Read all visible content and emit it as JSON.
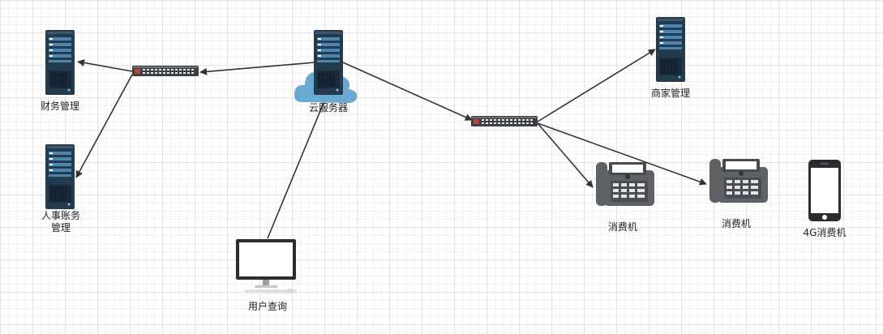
{
  "diagram": {
    "colors": {
      "server_body": "#243a4d",
      "server_screen": "#4a86b1",
      "cloud": "#6aa9d1",
      "switch_body": "#3c3f45",
      "phone_body": "#5e6166",
      "edge": "#333333",
      "grid": "#e3e3e3"
    },
    "nodes": {
      "finance": {
        "label": "财务管理",
        "icon": "server-icon"
      },
      "hr": {
        "label": "人事账务管理",
        "icon": "server-icon"
      },
      "cloud_server": {
        "label": "云服务器",
        "icon": "cloud-server-icon"
      },
      "merchant": {
        "label": "商家管理",
        "icon": "server-icon"
      },
      "switch_left": {
        "label": "",
        "icon": "network-switch-icon"
      },
      "switch_right": {
        "label": "",
        "icon": "network-switch-icon"
      },
      "terminal_1": {
        "label": "消费机",
        "icon": "pos-terminal-icon"
      },
      "terminal_2": {
        "label": "消费机",
        "icon": "pos-terminal-icon"
      },
      "terminal_4g": {
        "label": "4G消费机",
        "icon": "smartphone-icon"
      },
      "user_query": {
        "label": "用户查询",
        "icon": "desktop-monitor-icon"
      }
    },
    "edges": [
      {
        "from": "cloud_server",
        "to": "switch_left"
      },
      {
        "from": "switch_left",
        "to": "finance"
      },
      {
        "from": "switch_left",
        "to": "hr"
      },
      {
        "from": "user_query",
        "to": "cloud_server"
      },
      {
        "from": "cloud_server",
        "to": "switch_right"
      },
      {
        "from": "switch_right",
        "to": "merchant"
      },
      {
        "from": "switch_right",
        "to": "terminal_1"
      },
      {
        "from": "switch_right",
        "to": "terminal_2"
      }
    ]
  }
}
